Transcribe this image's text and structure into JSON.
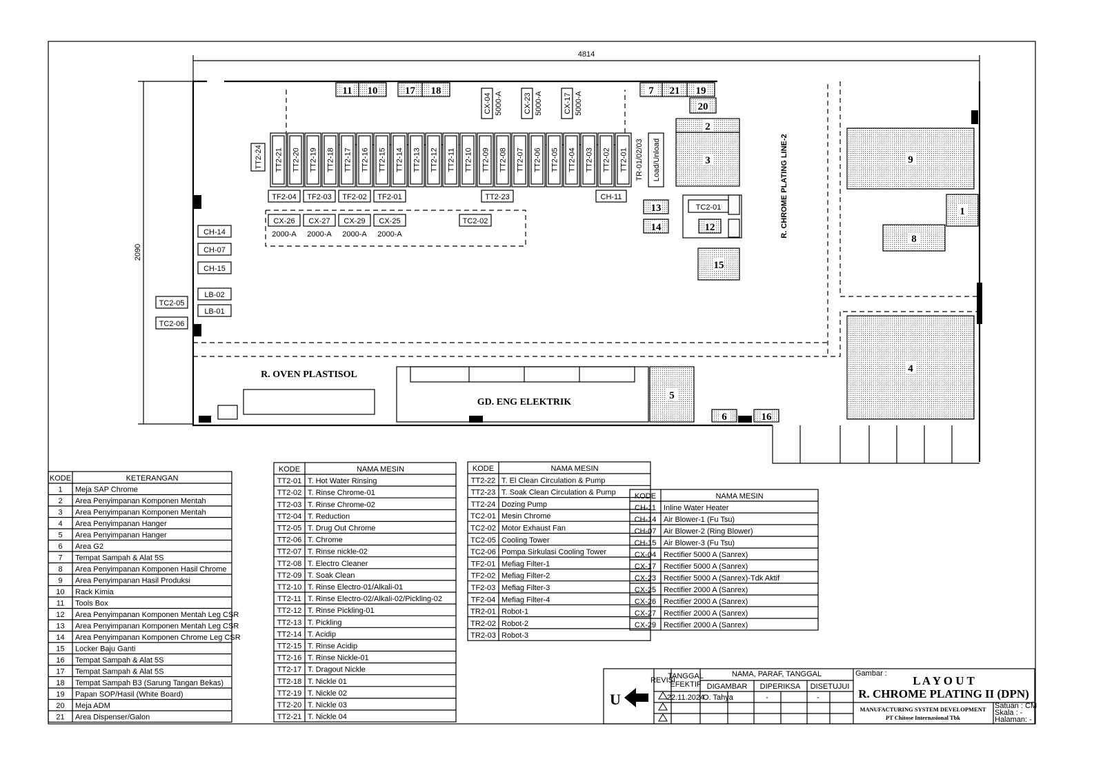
{
  "dimensions": {
    "width": "4814",
    "height": "2090"
  },
  "rooms": {
    "oven": "R. OVEN PLASTISOL",
    "eng": "GD. ENG ELEKTRIK",
    "line2": "R. CHROME PLATING LINE-2"
  },
  "tanks": [
    "TT2-21",
    "TT2-20",
    "TT2-19",
    "TT2-18",
    "TT2-17",
    "TT2-16",
    "TT2-15",
    "TT2-14",
    "TT2-13",
    "TT2-12",
    "TT2-11",
    "TT2-10",
    "TT2-09",
    "TT2-08",
    "TT2-07",
    "TT2-06",
    "TT2-05",
    "TT2-04",
    "TT2-03",
    "TT2-02",
    "TT2-01"
  ],
  "line_labels": {
    "tt224": "TT2-24",
    "tr": "TR-01/02/03",
    "load": "Load/Unload",
    "tt223": "TT2-23",
    "ch11": "CH-11",
    "tc202": "TC2-02",
    "tc201": "TC2-01"
  },
  "filters": [
    "TF2-04",
    "TF2-03",
    "TF2-02",
    "TF2-01"
  ],
  "rectifiers_2000": [
    {
      "code": "CX-26",
      "rating": "2000-A"
    },
    {
      "code": "CX-27",
      "rating": "2000-A"
    },
    {
      "code": "CX-29",
      "rating": "2000-A"
    },
    {
      "code": "CX-25",
      "rating": "2000-A"
    }
  ],
  "rectifiers_5000": [
    {
      "code": "CX-04",
      "rating": "5000-A"
    },
    {
      "code": "CX-23",
      "rating": "5000-A"
    },
    {
      "code": "CX-17",
      "rating": "5000-A"
    }
  ],
  "wall_labels": [
    "CH-14",
    "CH-07",
    "CH-15",
    "LB-02",
    "LB-01"
  ],
  "outside_labels": [
    "TC2-05",
    "TC2-06"
  ],
  "areas": [
    "1",
    "2",
    "3",
    "4",
    "5",
    "6",
    "7",
    "8",
    "9",
    "10",
    "11",
    "12",
    "13",
    "14",
    "15",
    "16",
    "17",
    "18",
    "19",
    "20",
    "21"
  ],
  "table1": {
    "headers": [
      "KODE",
      "KETERANGAN"
    ],
    "rows": [
      [
        "1",
        "Meja SAP Chrome"
      ],
      [
        "2",
        "Area Penyimpanan Komponen Mentah"
      ],
      [
        "3",
        "Area Penyimpanan Komponen Mentah"
      ],
      [
        "4",
        "Area Penyimpanan Hanger"
      ],
      [
        "5",
        "Area Penyimpanan Hanger"
      ],
      [
        "6",
        "Area G2"
      ],
      [
        "7",
        "Tempat Sampah & Alat 5S"
      ],
      [
        "8",
        "Area Penyimpanan Komponen Hasil Chrome"
      ],
      [
        "9",
        "Area Penyimpanan Hasil Produksi"
      ],
      [
        "10",
        "Rack Kimia"
      ],
      [
        "11",
        "Tools Box"
      ],
      [
        "12",
        "Area Penyimpanan Komponen Mentah Leg CSR"
      ],
      [
        "13",
        "Area Penyimpanan Komponen Mentah Leg CSR"
      ],
      [
        "14",
        "Area Penyimpanan Komponen Chrome Leg CSR"
      ],
      [
        "15",
        "Locker Baju Ganti"
      ],
      [
        "16",
        "Tempat Sampah & Alat 5S"
      ],
      [
        "17",
        "Tempat Sampah & Alat 5S"
      ],
      [
        "18",
        "Tempat Sampah B3 (Sarung Tangan Bekas)"
      ],
      [
        "19",
        "Papan SOP/Hasil (White Board)"
      ],
      [
        "20",
        "Meja ADM"
      ],
      [
        "21",
        "Area Dispenser/Galon"
      ]
    ]
  },
  "table2": {
    "headers": [
      "KODE",
      "NAMA MESIN"
    ],
    "rows": [
      [
        "TT2-01",
        "T. Hot Water Rinsing"
      ],
      [
        "TT2-02",
        "T. Rinse Chrome-01"
      ],
      [
        "TT2-03",
        "T. Rinse Chrome-02"
      ],
      [
        "TT2-04",
        "T. Reduction"
      ],
      [
        "TT2-05",
        "T. Drug Out Chrome"
      ],
      [
        "TT2-06",
        "T. Chrome"
      ],
      [
        "TT2-07",
        "T. Rinse nickle-02"
      ],
      [
        "TT2-08",
        "T. Electro Cleaner"
      ],
      [
        "TT2-09",
        "T. Soak Clean"
      ],
      [
        "TT2-10",
        "T. Rinse Electro-01/Alkali-01"
      ],
      [
        "TT2-11",
        "T. Rinse Electro-02/Alkali-02/Pickling-02"
      ],
      [
        "TT2-12",
        "T. Rinse Pickling-01"
      ],
      [
        "TT2-13",
        "T. Pickling"
      ],
      [
        "TT2-14",
        "T. Acidip"
      ],
      [
        "TT2-15",
        "T. Rinse Acidip"
      ],
      [
        "TT2-16",
        "T. Rinse Nickle-01"
      ],
      [
        "TT2-17",
        "T. Dragout Nickle"
      ],
      [
        "TT2-18",
        "T. Nickle 01"
      ],
      [
        "TT2-19",
        "T. Nickle 02"
      ],
      [
        "TT2-20",
        "T. Nickle 03"
      ],
      [
        "TT2-21",
        "T. Nickle 04"
      ]
    ]
  },
  "table3": {
    "headers": [
      "KODE",
      "NAMA MESIN"
    ],
    "rows": [
      [
        "TT2-22",
        "T. El Clean Circulation & Pump"
      ],
      [
        "TT2-23",
        "T. Soak Clean Circulation & Pump"
      ],
      [
        "TT2-24",
        "Dozing Pump"
      ],
      [
        "TC2-01",
        "Mesin Chrome"
      ],
      [
        "TC2-02",
        "Motor Exhaust Fan"
      ],
      [
        "TC2-05",
        "Cooling Tower"
      ],
      [
        "TC2-06",
        "Pompa Sirkulasi Cooling Tower"
      ],
      [
        "TF2-01",
        "Mefiag Filter-1"
      ],
      [
        "TF2-02",
        "Mefiag Filter-2"
      ],
      [
        "TF2-03",
        "Mefiag Filter-3"
      ],
      [
        "TF2-04",
        "Mefiag Filter-4"
      ],
      [
        "TR2-01",
        "Robot-1"
      ],
      [
        "TR2-02",
        "Robot-2"
      ],
      [
        "TR2-03",
        "Robot-3"
      ]
    ]
  },
  "table4": {
    "headers": [
      "KODE",
      "NAMA MESIN"
    ],
    "rows": [
      [
        "CH-11",
        "Inline Water Heater"
      ],
      [
        "CH-14",
        "Air Blower-1 (Fu Tsu)"
      ],
      [
        "CH-07",
        "Air Blower-2 (Ring Blower)"
      ],
      [
        "CH-15",
        "Air Blower-3 (Fu Tsu)"
      ],
      [
        "CX-04",
        "Rectifier 5000 A (Sanrex)"
      ],
      [
        "CX-17",
        "Rectifier 5000 A (Sanrex)"
      ],
      [
        "CX-23",
        "Rectifier 5000 A (Sanrex)-Tdk Aktif"
      ],
      [
        "CX-25",
        "Rectifier 2000 A (Sanrex)"
      ],
      [
        "CX-26",
        "Rectifier 2000 A (Sanrex)"
      ],
      [
        "CX-27",
        "Rectifier 2000 A (Sanrex)"
      ],
      [
        "CX-29",
        "Rectifier 2000 A (Sanrex)"
      ]
    ]
  },
  "title_block": {
    "north": "U",
    "revisi": "REVISI",
    "tanggal": "TANGGAL",
    "efektif": "EFEKTIF",
    "nama_paraf": "NAMA, PARAF, TANGGAL",
    "digambar": "DIGAMBAR",
    "diperiksa": "DIPERIKSA",
    "disetujui": "DISETUJUI",
    "date": "22.11.2024",
    "drawn_by": "O. Tahya",
    "checked": "-",
    "approved": "-",
    "gambar": "Gambar :",
    "title1": "L A Y O U T",
    "title2": "R. CHROME PLATING II (DPN)",
    "dept": "MANUFACTURING SYSTEM DEVELOPMENT",
    "company": "PT Chitose Internasional Tbk",
    "satuan": "Satuan : CM",
    "skala": "Skala : -",
    "halaman": "Halaman: -"
  }
}
